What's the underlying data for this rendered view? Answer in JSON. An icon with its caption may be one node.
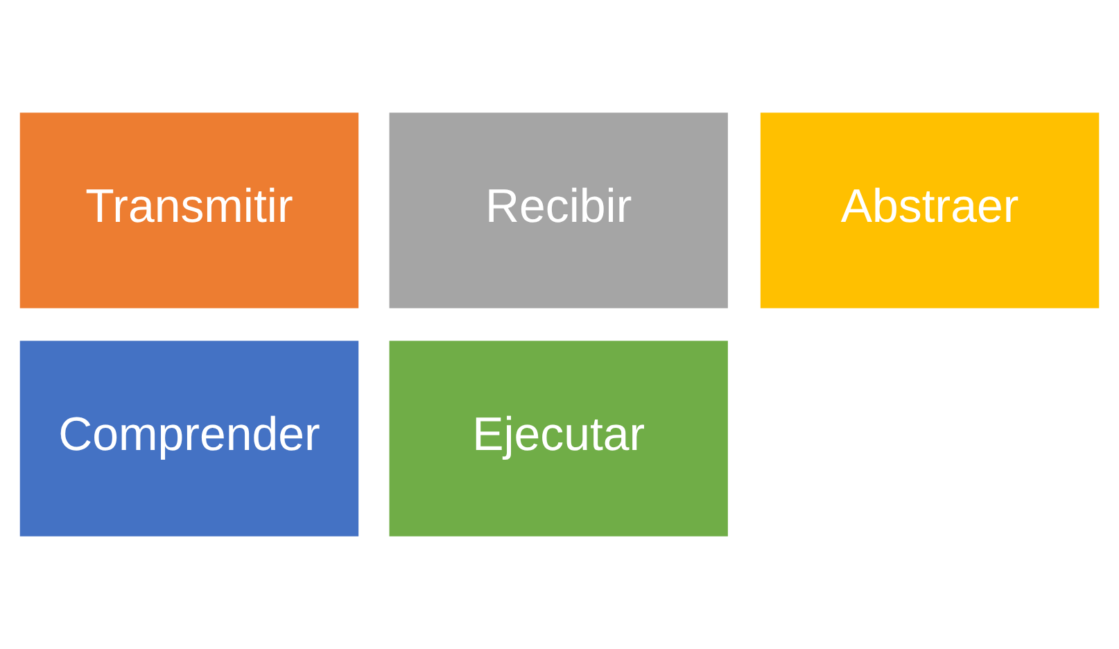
{
  "diagram": {
    "nodes": [
      {
        "text": [
          "Transmitir"
        ]
      },
      {
        "text": [
          "Recibir"
        ]
      },
      {
        "text": [
          "Abstraer"
        ]
      },
      {
        "text": [
          "Comprender"
        ]
      },
      {
        "text": [
          "Ejecutar"
        ]
      }
    ]
  }
}
